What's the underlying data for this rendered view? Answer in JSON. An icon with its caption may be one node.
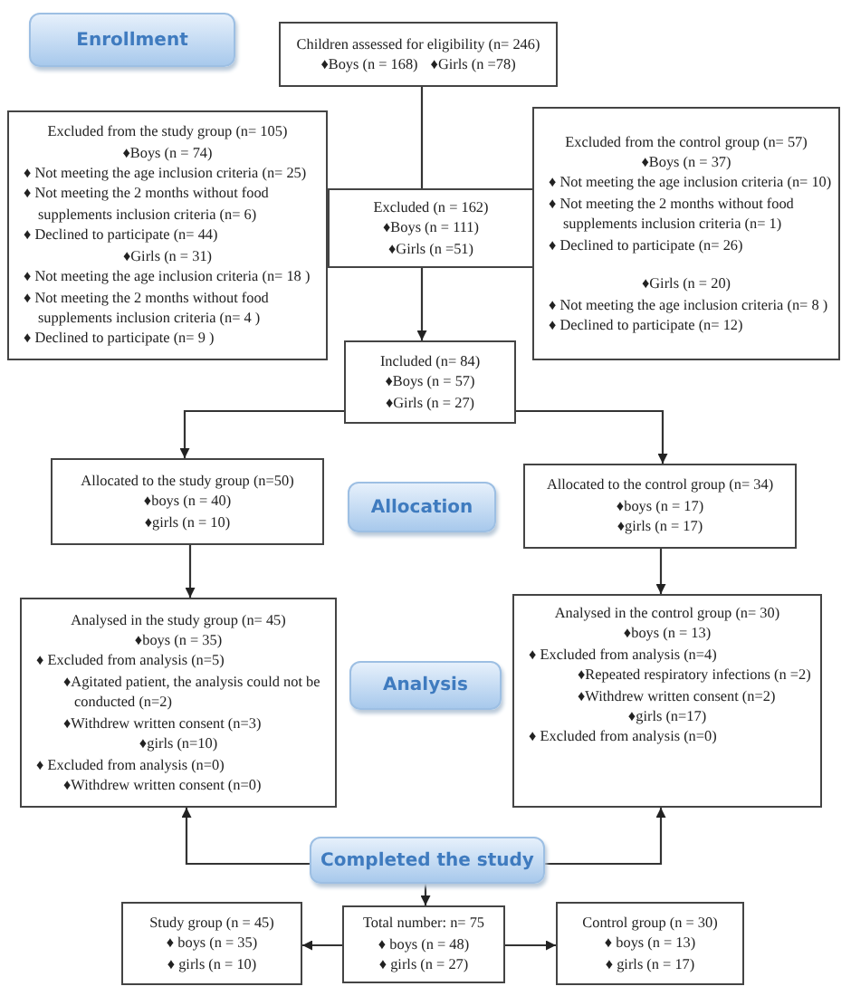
{
  "diagram": {
    "nodes": [
      {
        "text": [
          "Enrollment"
        ]
      },
      {
        "text": [
          "Children assessed for eligibility (n= 246)",
          "♦Boys (n = 168)",
          "♦Girls (n =78)"
        ]
      },
      {
        "text": [
          "Excluded from the study group (n= 105)",
          "♦Boys (n = 74)",
          "♦ Not meeting the age inclusion criteria (n= 25)",
          "♦ Not meeting the 2 months without food supplements inclusion criteria (n= 6)",
          "♦ Declined to participate (n= 44)",
          "♦Girls (n = 31)",
          "♦ Not meeting the age inclusion criteria (n= 18 )",
          "♦ Not meeting the 2 months without food supplements inclusion criteria (n= 4 )",
          "♦ Declined to participate (n= 9 )"
        ]
      },
      {
        "text": [
          "Excluded (n = 162)",
          "♦Boys (n = 111)",
          "♦Girls (n =51)"
        ]
      },
      {
        "text": [
          "Excluded from the control group (n= 57)",
          "♦Boys (n = 37)",
          "♦ Not meeting the age inclusion criteria (n= 10)",
          "♦ Not meeting the 2 months without food supplements inclusion criteria (n= 1)",
          "♦ Declined to participate (n= 26)",
          "♦Girls (n = 20)",
          "♦ Not meeting the age inclusion criteria (n= 8 )",
          "♦ Declined to participate (n= 12)"
        ]
      },
      {
        "text": [
          "Included (n= 84)",
          "♦Boys (n = 57)",
          "♦Girls (n = 27)"
        ]
      },
      {
        "text": [
          "Allocation"
        ]
      },
      {
        "text": [
          "Allocated to the study group (n=50)",
          "♦boys (n = 40)",
          "♦girls (n = 10)"
        ]
      },
      {
        "text": [
          "Allocated to the control group (n= 34)",
          "♦boys (n = 17)",
          "♦girls (n = 17)"
        ]
      },
      {
        "text": [
          "Analysis"
        ]
      },
      {
        "text": [
          "Analysed in the study group (n= 45)",
          "♦boys (n = 35)",
          "♦ Excluded from analysis (n=5)",
          "♦Agitated patient, the analysis could not be conducted (n=2)",
          "♦Withdrew written consent (n=3)",
          "♦girls (n=10)",
          "♦ Excluded from analysis (n=0)",
          "♦Withdrew written consent (n=0)"
        ]
      },
      {
        "text": [
          "Analysed in the control group (n= 30)",
          "♦boys (n = 13)",
          "♦ Excluded from analysis (n=4)",
          "♦Repeated respiratory infections (n =2)",
          "♦Withdrew written consent (n=2)",
          "♦girls (n=17)",
          "♦ Excluded from analysis (n=0)"
        ]
      },
      {
        "text": [
          "Completed the study"
        ]
      },
      {
        "text": [
          "Study group (n = 45)",
          "♦ boys (n = 35)",
          "♦ girls (n = 10)"
        ]
      },
      {
        "text": [
          "Total number: n= 75",
          "♦ boys (n = 48)",
          "♦ girls (n = 27)"
        ]
      },
      {
        "text": [
          "Control group (n = 30)",
          "♦ boys (n = 13)",
          "♦ girls (n = 17)"
        ]
      }
    ],
    "edges": [
      {
        "from": 1,
        "to": 3,
        "arrow": "none"
      },
      {
        "from": 3,
        "to": 5,
        "arrow": "to"
      },
      {
        "from": 5,
        "to": 7,
        "arrow": "to"
      },
      {
        "from": 5,
        "to": 8,
        "arrow": "to"
      },
      {
        "from": 7,
        "to": 10,
        "arrow": "to"
      },
      {
        "from": 8,
        "to": 11,
        "arrow": "to"
      },
      {
        "from": 12,
        "to": 10,
        "arrow": "to"
      },
      {
        "from": 12,
        "to": 11,
        "arrow": "to"
      },
      {
        "from": 12,
        "to": 14,
        "arrow": "to"
      },
      {
        "from": 14,
        "to": 13,
        "arrow": "to"
      },
      {
        "from": 14,
        "to": 15,
        "arrow": "to"
      }
    ]
  }
}
